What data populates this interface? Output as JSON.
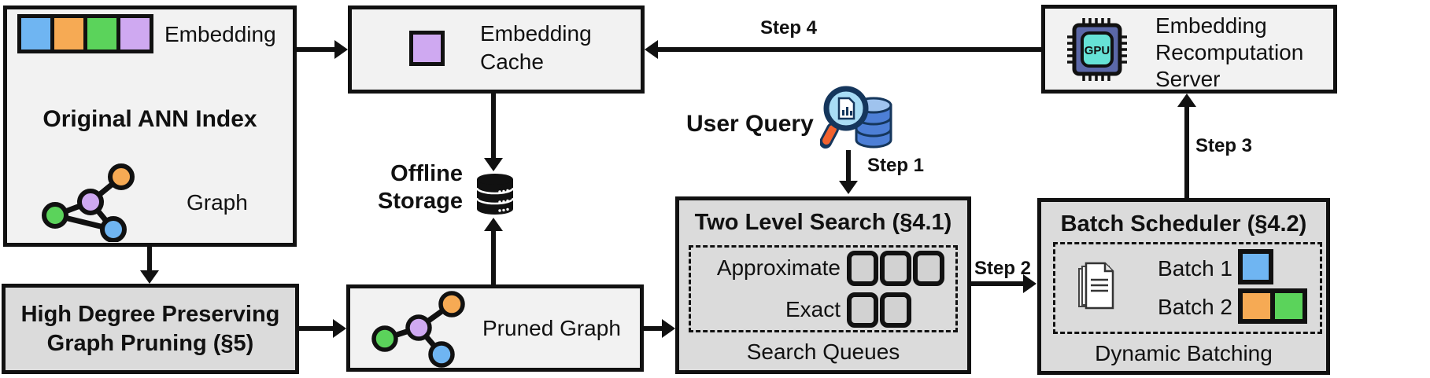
{
  "palette": {
    "blue": "#6FB5F2",
    "orange": "#F6AA54",
    "green": "#5BD35B",
    "purple": "#CFA9F1",
    "box_light": "#F2F2F2",
    "box_dark": "#DBDBDB",
    "line": "#111111",
    "gpu_chip_body": "#5B68A8",
    "gpu_chip_core": "#66E2D6",
    "magnifier_handle": "#F2622E",
    "query_db_blue": "#4D7FD6"
  },
  "original_ann": {
    "title": "Original ANN Index",
    "embedding_label": "Embedding",
    "graph_label": "Graph"
  },
  "graph_pruning": {
    "line1": "High Degree Preserving",
    "line2": "Graph Pruning (§5)"
  },
  "embedding_cache": {
    "line1": "Embedding",
    "line2": "Cache"
  },
  "offline_storage": {
    "line1": "Offline",
    "line2": "Storage"
  },
  "pruned_graph": {
    "label": "Pruned Graph"
  },
  "user_query": {
    "label": "User Query"
  },
  "two_level_search": {
    "title": "Two Level Search (§4.1)",
    "approximate_label": "Approximate",
    "exact_label": "Exact",
    "caption": "Search Queues",
    "approximate_slots": 3,
    "exact_slots": 2
  },
  "batch_scheduler": {
    "title": "Batch Scheduler (§4.2)",
    "batch1_label": "Batch 1",
    "batch2_label": "Batch 2",
    "caption": "Dynamic Batching"
  },
  "recomputation_server": {
    "line1": "Embedding",
    "line2": "Recomputation",
    "line3": "Server",
    "chip_label": "GPU"
  },
  "steps": {
    "step1": "Step 1",
    "step2": "Step 2",
    "step3": "Step 3",
    "step4": "Step 4"
  }
}
